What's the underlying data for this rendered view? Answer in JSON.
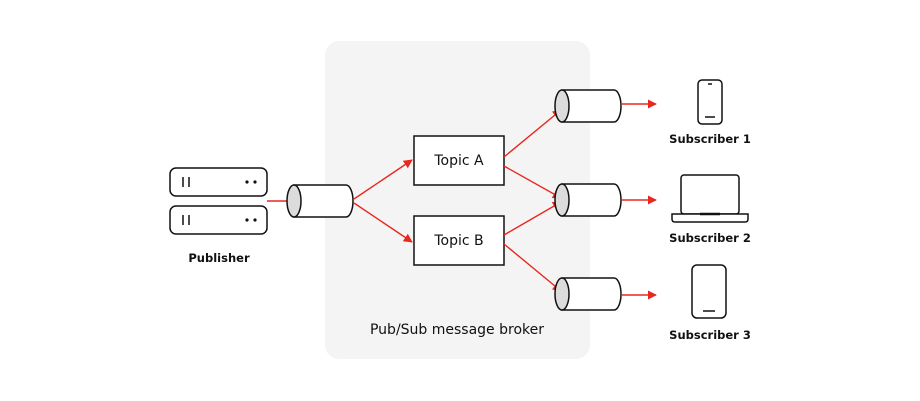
{
  "publisher": {
    "label": "Publisher"
  },
  "broker": {
    "label": "Pub/Sub message broker"
  },
  "topics": [
    {
      "label": "Topic A"
    },
    {
      "label": "Topic B"
    }
  ],
  "subscribers": [
    {
      "label": "Subscriber 1",
      "device": "smartphone-icon"
    },
    {
      "label": "Subscriber 2",
      "device": "laptop-icon"
    },
    {
      "label": "Subscriber 3",
      "device": "tablet-icon"
    }
  ],
  "colors": {
    "arrow": "#e8281e",
    "broker_bg": "#f4f4f4",
    "stroke": "#111111"
  }
}
